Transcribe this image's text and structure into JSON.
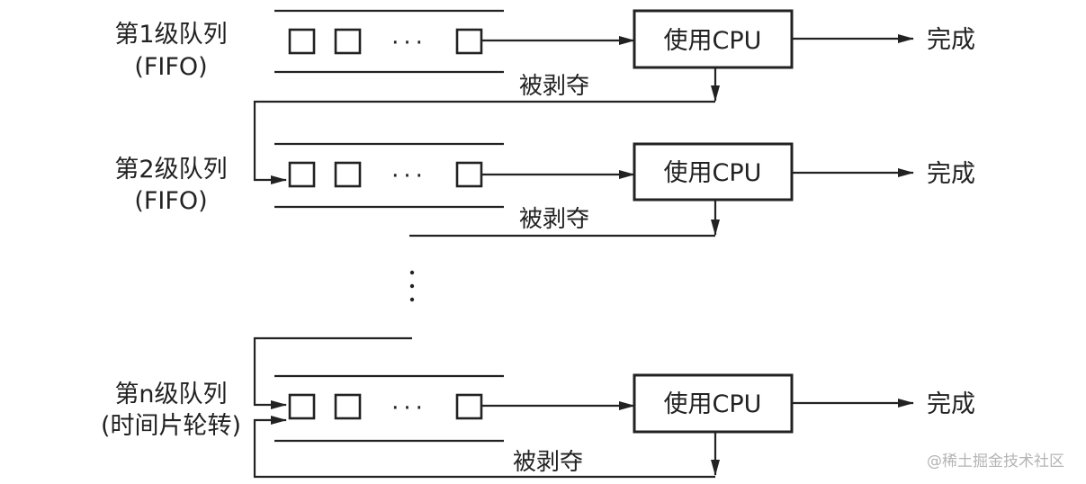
{
  "queues": [
    {
      "name": "第1级队列",
      "policy": "(FIFO)",
      "ellipsis": "···",
      "cpu": "使用CPU",
      "done": "完成",
      "preempted": "被剥夺"
    },
    {
      "name": "第2级队列",
      "policy": "(FIFO)",
      "ellipsis": "···",
      "cpu": "使用CPU",
      "done": "完成",
      "preempted": "被剥夺"
    },
    {
      "name": "第n级队列",
      "policy": "(时间片轮转)",
      "ellipsis": "···",
      "cpu": "使用CPU",
      "done": "完成",
      "preempted": "被剥夺"
    }
  ],
  "watermark": "@稀土掘金技术社区",
  "colors": {
    "ink": "#222222",
    "watermark": "#b4b4b4"
  }
}
